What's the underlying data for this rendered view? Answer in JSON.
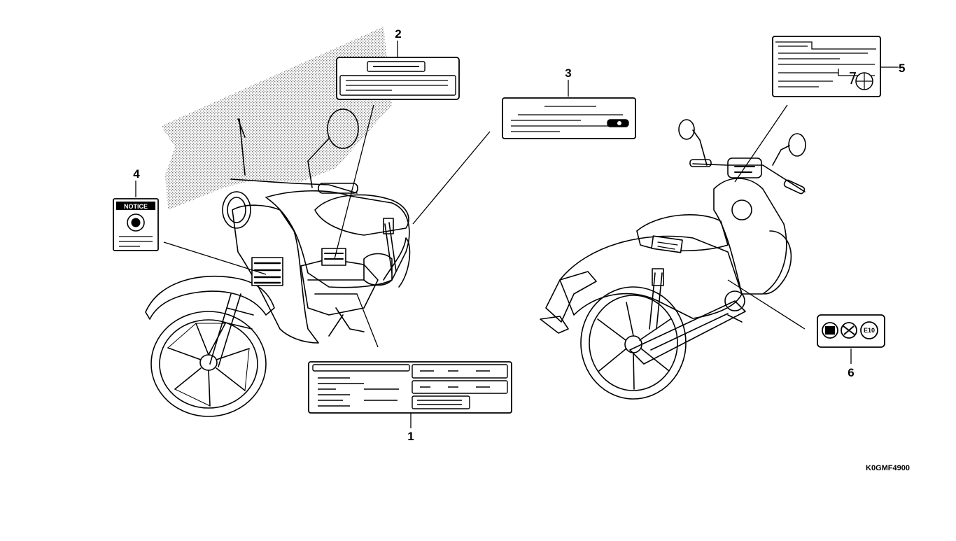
{
  "diagram": {
    "callouts": [
      "1",
      "2",
      "3",
      "4",
      "5",
      "6"
    ],
    "part_code": "K0GMF4900",
    "notice_label_text": "NOTICE",
    "fuel_label_text": "E10",
    "colors": {
      "line": "#000000",
      "fill": "#ffffff",
      "stipple": "#9a9a9a"
    }
  }
}
